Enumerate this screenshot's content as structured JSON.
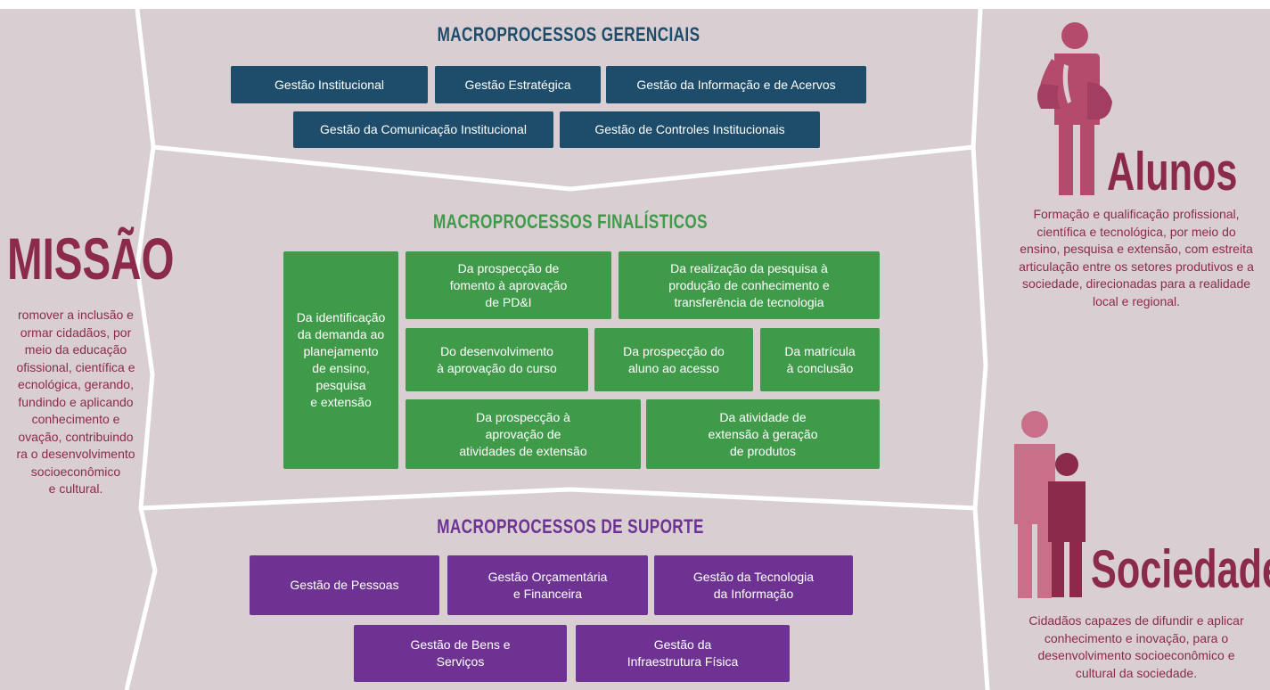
{
  "colors": {
    "background": "#d9cfd3",
    "panel_line": "#ffffff",
    "gerenciais_box": "#1e4d6b",
    "finalisticos_box": "#3f9b49",
    "suporte_box": "#6e3392",
    "maroon": "#8b2a4a",
    "figure_light": "#c96f8a",
    "figure_dark": "#a33d61"
  },
  "missao": {
    "title": "MISSÃO",
    "text": "romover a inclusão e\normar cidadãos,  por\nmeio da educação\nofissional, científica e\necnológica, gerando,\nfundindo e aplicando\nconhecimento e\novação, contribuindo\nra o  desenvolvimento\nsocioeconômico\ne cultural."
  },
  "gerenciais": {
    "title": "MACROPROCESSOS GERENCIAIS",
    "boxes": [
      "Gestão Institucional",
      "Gestão Estratégica",
      "Gestão da Informação e de Acervos",
      "Gestão da Comunicação Institucional",
      "Gestão de Controles Institucionais"
    ]
  },
  "finalisticos": {
    "title": "MACROPROCESSOS FINALÍSTICOS",
    "boxes": [
      "Da identificação\nda demanda ao\nplanejamento\nde ensino,\npesquisa\ne extensão",
      "Da prospecção de\nfomento à aprovação\nde PD&I",
      "Da realização da pesquisa à\nprodução de conhecimento e\ntransferência de tecnologia",
      "Do desenvolvimento\nà aprovação do curso",
      "Da prospecção do\naluno ao acesso",
      "Da matrícula\nà conclusão",
      "Da prospecção à\naprovação de\natividades de extensão",
      "Da atividade de\nextensão à geração\nde produtos"
    ]
  },
  "suporte": {
    "title": "MACROPROCESSOS DE SUPORTE",
    "boxes": [
      "Gestão de Pessoas",
      "Gestão Orçamentária\ne Financeira",
      "Gestão da Tecnologia\nda Informação",
      "Gestão de Bens e\nServiços",
      "Gestão da\nInfraestrutura Física"
    ]
  },
  "alunos": {
    "title": "Alunos",
    "text": "Formação e qualificação profissional,\ncientífica e tecnológica, por meio do\nensino, pesquisa e extensão, com estreita\narticulação entre os setores produtivos e a\nsociedade, direcionadas para a realidade\nlocal e regional."
  },
  "sociedade": {
    "title": "Sociedade",
    "text": "Cidadãos capazes de difundir e aplicar\nconhecimento e inovação, para o\ndesenvolvimento socioeconômico e\ncultural da sociedade."
  }
}
